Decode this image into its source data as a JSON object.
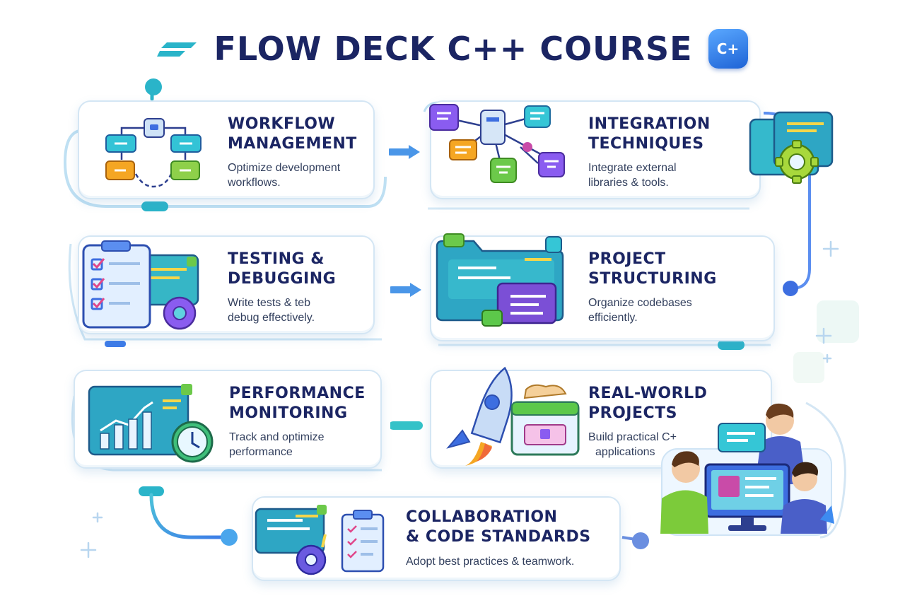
{
  "header": {
    "title": "FLOW DECK C++ COURSE",
    "badge_label": "C+",
    "logo_icon": "speed-stripes-icon",
    "badge_icon": "cpp-logo-icon"
  },
  "colors": {
    "title": "#1b2563",
    "accent_blue": "#3d8bf0",
    "accent_teal": "#2ab4c9",
    "accent_green": "#6ccb4a",
    "accent_purple": "#7b4fd6",
    "accent_orange": "#f5a623",
    "card_border": "#d4e6f4"
  },
  "modules": [
    {
      "id": "workflow",
      "title_line1": "WORKFLOW",
      "title_line2": "MANAGEMENT",
      "desc_line1": "Optimize development",
      "desc_line2": "workflows.",
      "icon": "flowchart-icon"
    },
    {
      "id": "integration",
      "title_line1": "INTEGRATION",
      "title_line2": "TECHNIQUES",
      "desc_line1": "Integrate external",
      "desc_line2": "libraries & tools.",
      "icon": "network-nodes-icon"
    },
    {
      "id": "testing",
      "title_line1": "TESTING &",
      "title_line2": "DEBUGGING",
      "desc_line1": "Write tests & teb",
      "desc_line2": "debug effectively.",
      "icon": "checklist-gear-icon"
    },
    {
      "id": "structuring",
      "title_line1": "PROJECT",
      "title_line2": "STRUCTURING",
      "desc_line1": "Organize codebases",
      "desc_line2": "efficiently.",
      "icon": "folder-code-icon"
    },
    {
      "id": "performance",
      "title_line1": "PERFORMANCE",
      "title_line2": "MONITORING",
      "desc_line1": "Track and optimize",
      "desc_line2": "performance",
      "icon": "chart-stopwatch-icon"
    },
    {
      "id": "realworld",
      "title_line1": "REAL-WORLD",
      "title_line2": "PROJECTS",
      "desc_line1": "Build practical C+",
      "desc_line2": "applications",
      "icon": "rocket-icon"
    },
    {
      "id": "collaboration",
      "title_line1": "COLLABORATION",
      "title_line2": "& CODE STANDARDS",
      "desc_line1": "Adopt best practices & teamwork.",
      "desc_line2": "",
      "icon": "clipboard-gear-icon"
    }
  ],
  "side_illustrations": {
    "top_right_icon": "folder-gear-icon",
    "team_icon": "developer-team-icon"
  }
}
